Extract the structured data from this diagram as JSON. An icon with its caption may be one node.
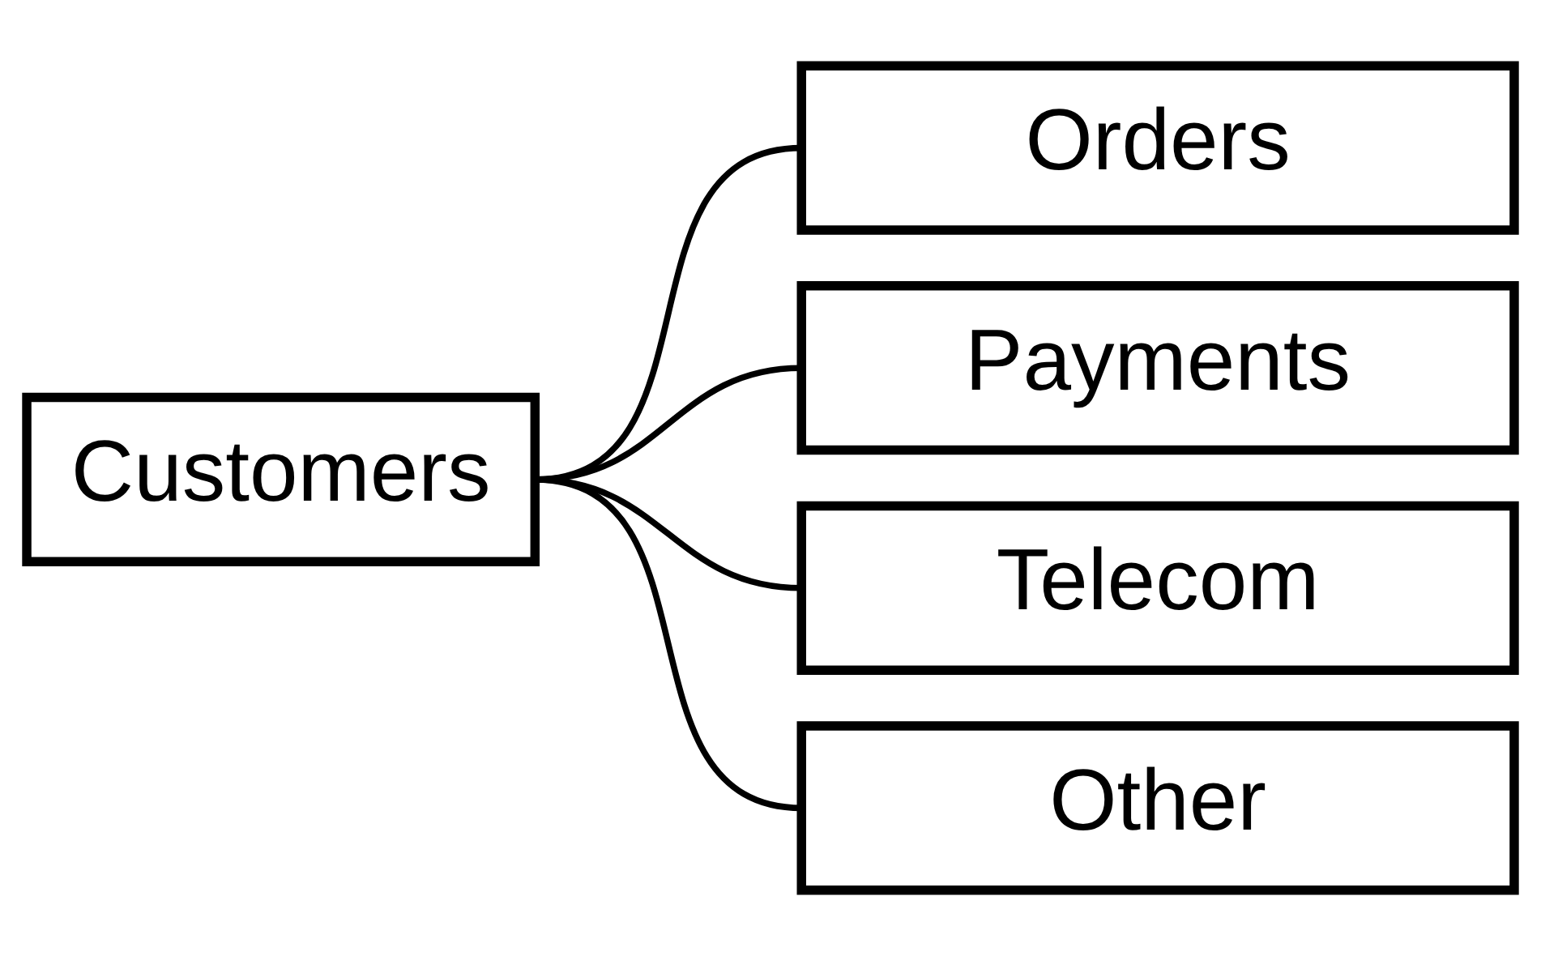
{
  "diagram": {
    "nodes": [
      {
        "text": [
          "Customers"
        ]
      },
      {
        "text": [
          "Orders"
        ]
      },
      {
        "text": [
          "Payments"
        ]
      },
      {
        "text": [
          "Telecom"
        ]
      },
      {
        "text": [
          "Other"
        ]
      }
    ],
    "edges": [
      {
        "from": 0,
        "to": 1,
        "arrow": "none"
      },
      {
        "from": 0,
        "to": 2,
        "arrow": "none"
      },
      {
        "from": 0,
        "to": 3,
        "arrow": "none"
      },
      {
        "from": 0,
        "to": 4,
        "arrow": "none"
      }
    ]
  }
}
